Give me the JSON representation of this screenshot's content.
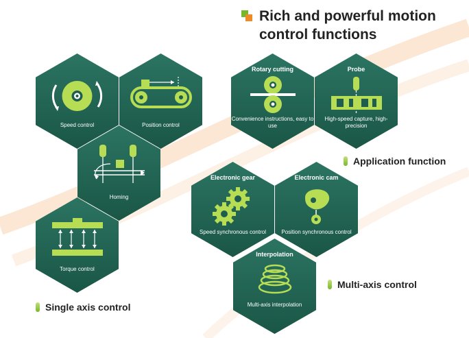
{
  "title": "Rich and powerful motion control functions",
  "colors": {
    "hex_fill": "#1f5e4e",
    "accent_green": "#76b82a",
    "icon_green": "#b7dd55",
    "accent_orange": "#f08a24"
  },
  "sections": {
    "application": "Application function",
    "multi_axis": "Multi-axis control",
    "single_axis": "Single axis control"
  },
  "hexes": {
    "speed_control": {
      "label": "Speed control",
      "icon": "wheel-icon"
    },
    "position_control": {
      "label": "Position control",
      "icon": "conveyor-icon"
    },
    "homing": {
      "label": "Homing",
      "icon": "homing-icon"
    },
    "torque_control": {
      "label": "Torque control",
      "icon": "press-icon"
    },
    "rotary_cutting": {
      "title": "Rotary cutting",
      "label": "Convenience instructions, easy to use",
      "icon": "rollers-icon"
    },
    "probe": {
      "title": "Probe",
      "label": "High-speed capture, high-precision",
      "icon": "probe-icon"
    },
    "electronic_gear": {
      "title": "Electronic gear",
      "label": "Speed synchronous control",
      "icon": "gears-icon"
    },
    "electronic_cam": {
      "title": "Electronic cam",
      "label": "Position synchronous control",
      "icon": "cam-icon"
    },
    "interpolation": {
      "title": "Interpolation",
      "label": "Multi-axis interpolation",
      "icon": "spiral-icon"
    }
  }
}
